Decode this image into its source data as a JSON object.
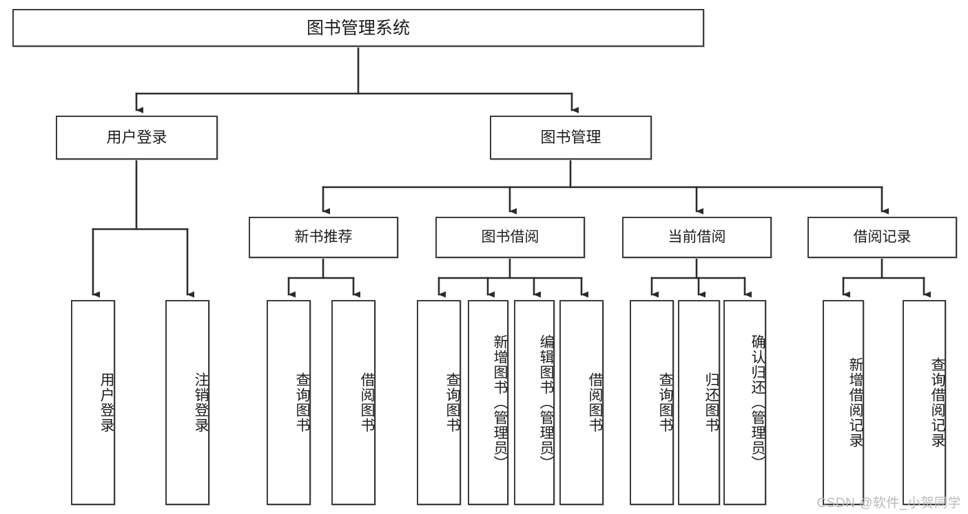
{
  "diagram": {
    "title": "图书管理系统",
    "type": "tree-hierarchy-diagram",
    "watermark": "CSDN @软件_小贺同学",
    "style": {
      "box_border_color": "#3b3b3b",
      "box_fill_color": "#ffffff",
      "connector_color": "#2b2b2b",
      "text_color": "#1c1c1c",
      "background": "#ffffff"
    },
    "root": {
      "label": "图书管理系统"
    },
    "level1": [
      {
        "label": "用户登录"
      },
      {
        "label": "图书管理"
      }
    ],
    "level2": [
      {
        "label": "新书推荐"
      },
      {
        "label": "图书借阅"
      },
      {
        "label": "当前借阅"
      },
      {
        "label": "借阅记录"
      }
    ],
    "leaves": {
      "user_login": [
        {
          "label": "用户登录"
        },
        {
          "label": "注销登录"
        }
      ],
      "new_book_recommend": [
        {
          "label": "查询图书"
        },
        {
          "label": "借阅图书"
        }
      ],
      "book_borrow": [
        {
          "label": "查询图书"
        },
        {
          "label": "新增图书（管理员）"
        },
        {
          "label": "编辑图书（管理员）"
        },
        {
          "label": "借阅图书"
        }
      ],
      "current_borrow": [
        {
          "label": "查询图书"
        },
        {
          "label": "归还图书"
        },
        {
          "label": "确认归还（管理员）"
        }
      ],
      "borrow_record": [
        {
          "label": "新增借阅记录"
        },
        {
          "label": "查询借阅记录"
        }
      ]
    }
  }
}
